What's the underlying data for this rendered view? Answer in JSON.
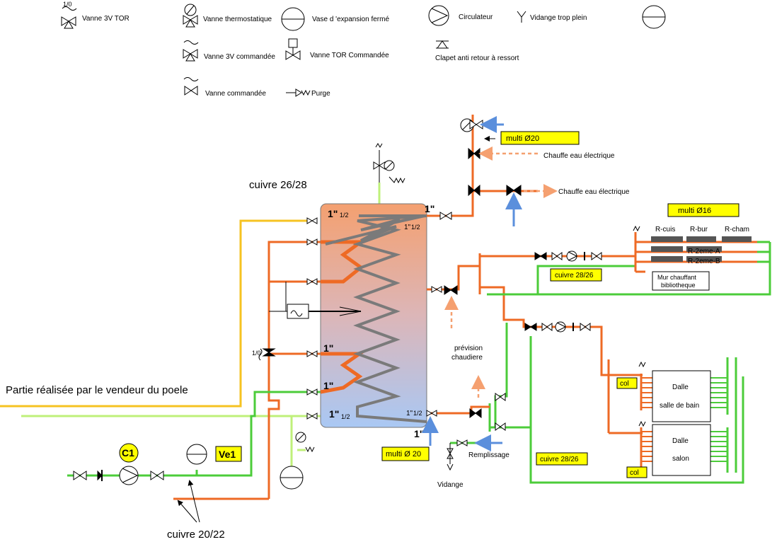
{
  "legend": {
    "vanne_3v_tor": "Vanne 3V TOR",
    "vanne_3v_tor_mark": "1/0",
    "vanne_thermostatique": "Vanne thermostatique",
    "vase_expansion": "Vase d 'expansion fermé",
    "circulateur": "Circulateur",
    "vidange_trop_plein": "Vidange trop plein",
    "vanne_3v_commandee": "Vanne 3V commandée",
    "vanne_tor_commandee": "Vanne TOR Commandée",
    "clapet": "Clapet anti retour à ressort",
    "vanne_commandee": "Vanne commandée",
    "purge": "Purge"
  },
  "labels": {
    "cuivre_26_28": "cuivre 26/28",
    "cuivre_20_22": "cuivre 20/22",
    "partie_vendeur": "Partie réalisée par le vendeur du poele",
    "multi_20_top": "multi Ø20",
    "chauffe_eau_1": "Chauffe eau électrique",
    "chauffe_eau_2": "Chauffe eau électrique",
    "multi_16": "multi Ø16",
    "r_cuis": "R-cuis",
    "r_bur": "R-bur",
    "r_cham": "R-cham",
    "r_2eme_a": "R-2eme-A",
    "r_2eme_b": "R-2eme-B",
    "mur_chauffant": "Mur chauffant bibliotheque",
    "mur_line1": "Mur chauffant",
    "mur_line2": "bibliotheque",
    "cuivre_28_26_top": "cuivre 28/26",
    "cuivre_28_26_bottom": "cuivre 28/26",
    "prevision_line1": "prévision",
    "prevision_line2": "chaudiere",
    "col_1": "col",
    "col_2": "col",
    "dalle_sdb_1": "Dalle",
    "dalle_sdb_2": "salle de bain",
    "dalle_salon_1": "Dalle",
    "dalle_salon_2": "salon",
    "remplissage": "Remplissage",
    "vidange": "Vidange",
    "multi_20_bottom": "multi Ø 20",
    "c1": "C1",
    "ve1": "Ve1",
    "tor_mark": "1/0"
  },
  "tank": {
    "port_top_left": "1\"",
    "port_top_left_sub": "1/2",
    "port_coil_in": "1\"",
    "port_coil_in_sub": "1/2",
    "port_top_right": "1\"",
    "port_mid_low": "1\"",
    "port_low": "1\"",
    "port_bottom": "1\"",
    "port_bottom_sub": "1/2",
    "port_coil_out": "1\"",
    "port_coil_out_sub": "1/2",
    "port_bottom_right": "1\""
  },
  "colors": {
    "hot_pipe": "#ee6a25",
    "cold_pipe": "#4ccc3a",
    "light_green_pipe": "#bff07a",
    "yellow_pipe": "#f6c322",
    "arrow_blue": "#5b8fdc",
    "label_bg": "#ffff00",
    "tank_top": "#f4a070",
    "tank_bottom": "#a9c8f4"
  }
}
